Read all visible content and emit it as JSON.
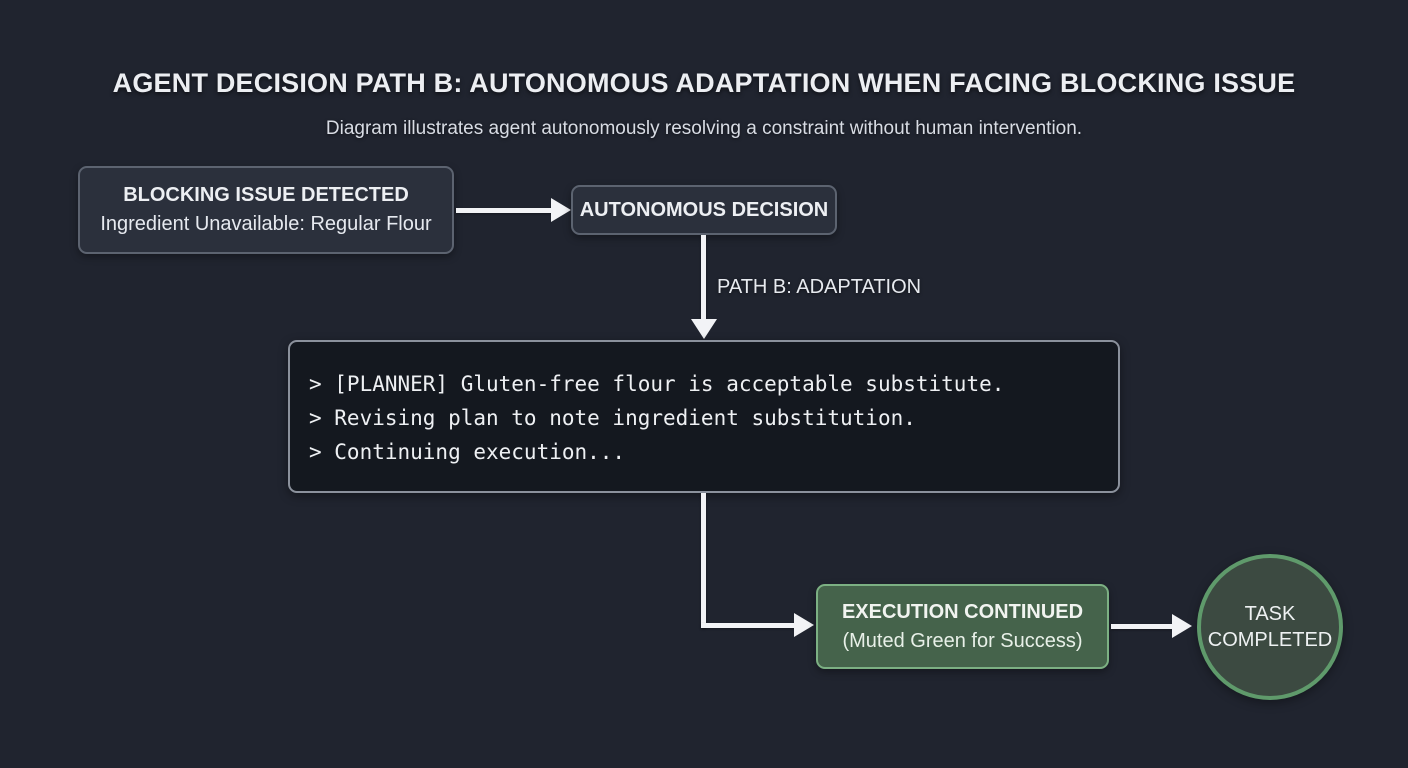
{
  "header": {
    "title": "AGENT DECISION PATH B: AUTONOMOUS ADAPTATION WHEN FACING BLOCKING ISSUE",
    "subtitle": "Diagram illustrates agent autonomously resolving a constraint without human intervention."
  },
  "nodes": {
    "blocking_issue": {
      "title": "BLOCKING ISSUE DETECTED",
      "detail": "Ingredient Unavailable: Regular Flour"
    },
    "autonomous_decision": {
      "label": "AUTONOMOUS DECISION"
    },
    "execution_continued": {
      "title": "EXECUTION CONTINUED",
      "detail": "(Muted Green for Success)"
    },
    "task_completed": {
      "label": "TASK COMPLETED"
    }
  },
  "edges": {
    "path_label": "PATH B: ADAPTATION"
  },
  "terminal": {
    "lines": [
      "> [PLANNER] Gluten-free flour is acceptable substitute.",
      "> Revising plan to note ingredient substitution.",
      "> Continuing execution..."
    ]
  },
  "colors": {
    "background": "#20242f",
    "node_fill": "#2b303c",
    "node_border": "#5c6370",
    "terminal_fill": "#14181f",
    "terminal_border": "#8b919c",
    "success_fill": "#45634b",
    "success_border": "#7cb083",
    "circle_fill": "#3c4a41",
    "circle_border": "#5f9a6b",
    "arrow": "#f2f3f6",
    "text": "#eceef2"
  }
}
